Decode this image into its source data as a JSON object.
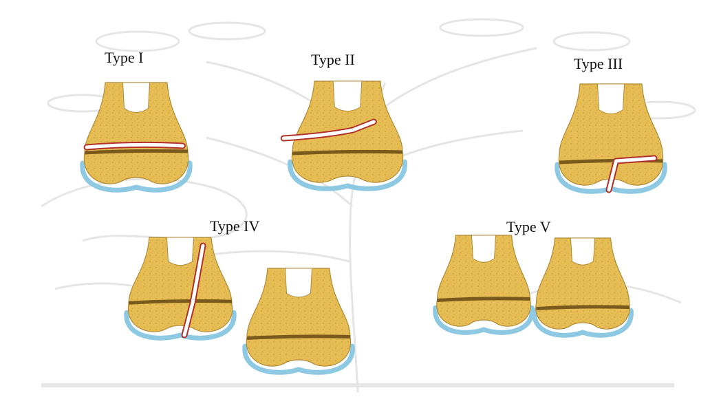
{
  "labels": {
    "type1": "Type I",
    "type2": "Type II",
    "type3": "Type III",
    "type4": "Type IV",
    "type5": "Type V"
  },
  "colors": {
    "bone_fill": "#e6bd55",
    "bone_texture": "#c9992e",
    "bone_outline": "#b08a36",
    "growth_plate": "#7a5a1c",
    "cartilage": "#8ec9e4",
    "fracture_fill": "#ffffff",
    "fracture_edge": "#b0302a",
    "watermark": "#e3e3e3",
    "text": "#111111"
  }
}
